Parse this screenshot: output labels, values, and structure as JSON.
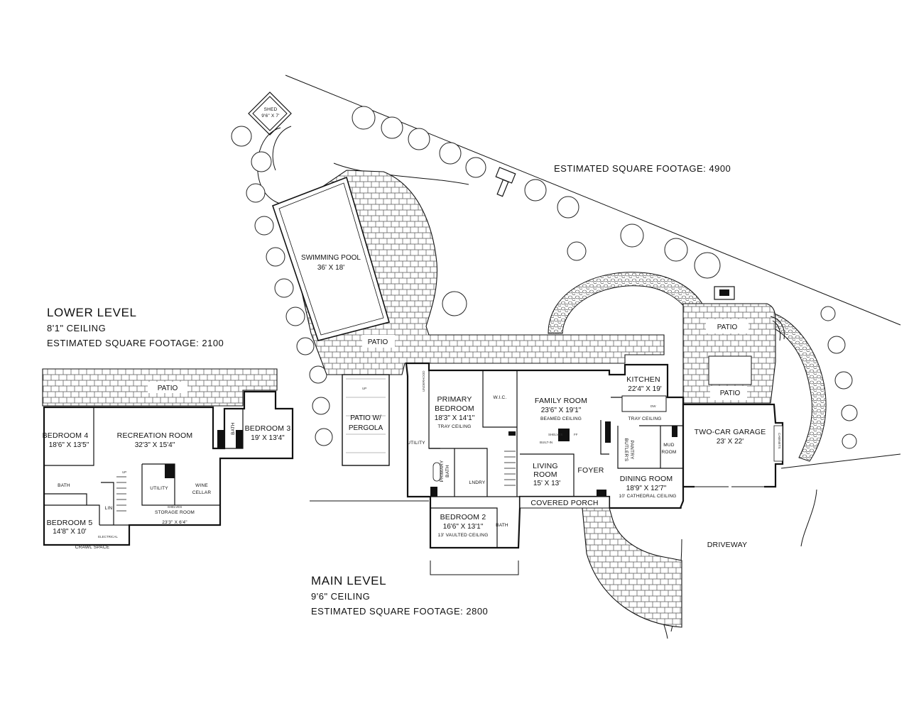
{
  "summary": {
    "total_label": "ESTIMATED SQUARE FOOTAGE: 4900"
  },
  "lower_level": {
    "title": "LOWER LEVEL",
    "ceiling": "8'1\" CEILING",
    "footage": "ESTIMATED SQUARE FOOTAGE: 2100",
    "rooms": {
      "patio": "PATIO",
      "bedroom4": {
        "name": "BEDROOM 4",
        "dim": "18'6\" X 13'5\""
      },
      "recreation": {
        "name": "RECREATION ROOM",
        "dim": "32'3\" X 15'4\""
      },
      "bedroom3": {
        "name": "BEDROOM 3",
        "dim": "19' X 13'4\""
      },
      "bath_a": "BATH",
      "bath_b": "BATH",
      "bedroom5": {
        "name": "BEDROOM 5",
        "dim": "14'8\" X 10'"
      },
      "lin": "LIN",
      "utility": "UTILITY",
      "wine": [
        "WINE",
        "CELLAR"
      ],
      "storage": {
        "name": "STORAGE ROOM",
        "dim": "23'3\" X 6'4\""
      },
      "crawl": "CRAWL SPACE",
      "shelves": "SHELVES",
      "electrical": "ELECTRICAL",
      "up": "UP"
    }
  },
  "main_level": {
    "title": "MAIN LEVEL",
    "ceiling": "9'6\" CEILING",
    "footage": "ESTIMATED SQUARE FOOTAGE: 2800",
    "rooms": {
      "shed": {
        "name": "SHED",
        "dim": "9'6\" X 7'"
      },
      "pool": {
        "name": "SWIMMING POOL",
        "dim": "36' X 18'"
      },
      "patio_main": "PATIO",
      "pergola": [
        "PATIO W/",
        "PERGOLA"
      ],
      "utility": "UTILITY",
      "primary_bed": {
        "name": [
          "PRIMARY",
          "BEDROOM"
        ],
        "dim": "18'3\" X 14'1\"",
        "note": "TRAY CEILING"
      },
      "wic": "W.I.C.",
      "family": {
        "name": "FAMILY ROOM",
        "dim": "23'6\" X 19'1\"",
        "note": "BEAMED CEILING"
      },
      "kitchen": {
        "name": "KITCHEN",
        "dim": "22'4\" X 19'",
        "note": "TRAY CEILING"
      },
      "patio_east": "PATIO",
      "patio_small": "PATIO",
      "garage": {
        "name": "TWO-CAR GARAGE",
        "dim": "23' X 22'"
      },
      "primary_bath": [
        "PRIMARY",
        "BATH"
      ],
      "lndry": "LNDRY",
      "living": {
        "name": [
          "LIVING",
          "ROOM"
        ],
        "dim": "15' X 13'"
      },
      "foyer": "FOYER",
      "butlers": [
        "BUTLER'S",
        "PANTRY"
      ],
      "mud": [
        "MUD",
        "ROOM"
      ],
      "dining": {
        "name": "DINING ROOM",
        "dim": "18'9\" X 12'7\"",
        "note": "10' CATHEDRAL CEILING"
      },
      "porch": "COVERED PORCH",
      "bedroom2": {
        "name": "BEDROOM 2",
        "dim": "16'6\" X 13'1\"",
        "note": "13' VAULTED CEILING"
      },
      "bath": "BATH",
      "driveway": "DRIVEWAY",
      "built_in": "BUILT-IN",
      "shelves": "SHELVES",
      "ff": "FF",
      "dw": "DW",
      "cabinets": "CABINETS",
      "underhood": "UNDERHOOD",
      "up": "UP"
    }
  }
}
